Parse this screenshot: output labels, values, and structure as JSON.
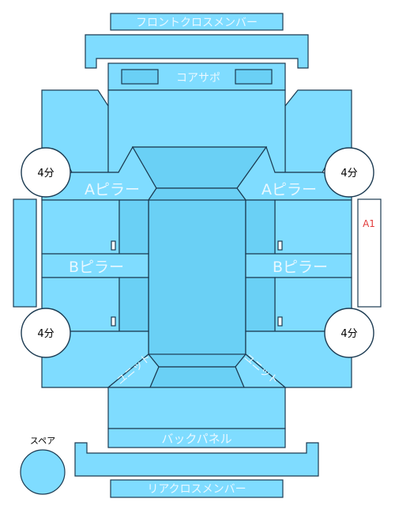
{
  "labels": {
    "front_cross_member": "フロントクロスメンバー",
    "core_support": "コアサポ",
    "a_pillar_left": "Aピラー",
    "a_pillar_right": "Aピラー",
    "b_pillar_left": "Bピラー",
    "b_pillar_right": "Bピラー",
    "unit_left": "ユニット",
    "unit_right": "ユニット",
    "back_panel": "バックパネル",
    "rear_cross_member": "リアクロスメンバー",
    "spare": "スペア",
    "quarter_fl": "4分",
    "quarter_fr": "4分",
    "quarter_rl": "4分",
    "quarter_rr": "4分",
    "marker_a1": "A1"
  },
  "colors": {
    "panel": "#7fdcff",
    "panel_dark": "#6ad0f5",
    "stroke": "#1c3b52",
    "label": "#e9f8ff",
    "marker": "#e23b3b"
  }
}
